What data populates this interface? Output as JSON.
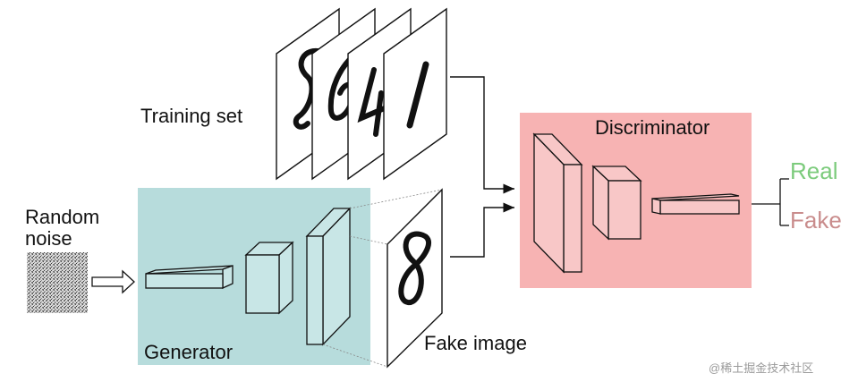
{
  "labels": {
    "random_noise_line1": "Random",
    "random_noise_line2": "noise",
    "training_set": "Training set",
    "generator": "Generator",
    "fake_image": "Fake image",
    "discriminator": "Discriminator",
    "real": "Real",
    "fake": "Fake"
  },
  "watermark": "@稀土掘金技术社区",
  "colors": {
    "generator_box": "#b7dcdc",
    "discriminator_box": "#f7b3b3",
    "real_text": "#7ccb7c",
    "fake_text": "#c98c8c",
    "line": "#111111"
  }
}
